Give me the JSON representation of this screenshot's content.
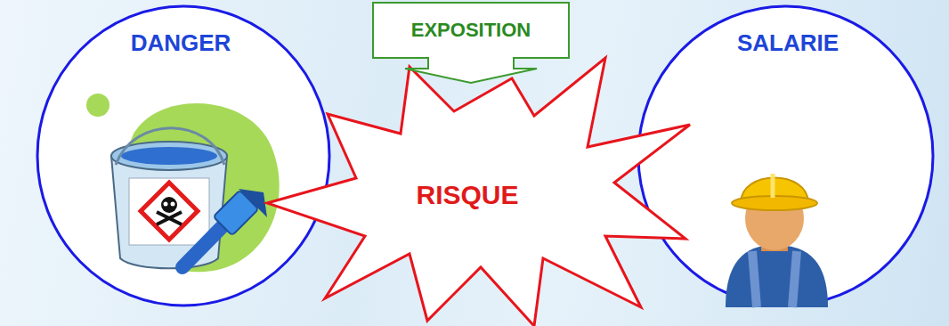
{
  "diagram": {
    "nodes": [
      {
        "text": [
          "DANGER"
        ]
      },
      {
        "text": [
          "EXPOSITION"
        ]
      },
      {
        "text": [
          "RISQUE"
        ]
      },
      {
        "text": [
          "SALARIE"
        ]
      }
    ],
    "edges": [
      {
        "from": 1,
        "to": 2,
        "arrow": "to"
      }
    ]
  }
}
